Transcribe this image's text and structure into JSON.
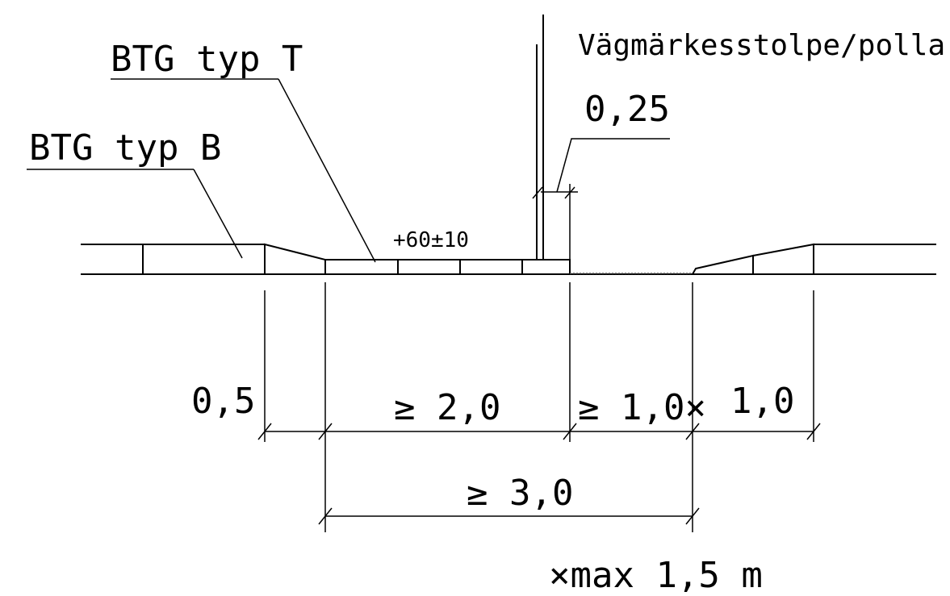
{
  "labels": {
    "btg_t": "BTG typ T",
    "btg_b": "BTG typ B",
    "post": "Vägmärkesstolpe/pollare",
    "post_width": "0,25",
    "height": "+60±10",
    "dim_05": "0,5",
    "dim_20": "≥ 2,0",
    "dim_10x": "≥ 1,0×",
    "dim_10": "1,0",
    "dim_30": "≥ 3,0",
    "note": "×max 1,5 m"
  }
}
